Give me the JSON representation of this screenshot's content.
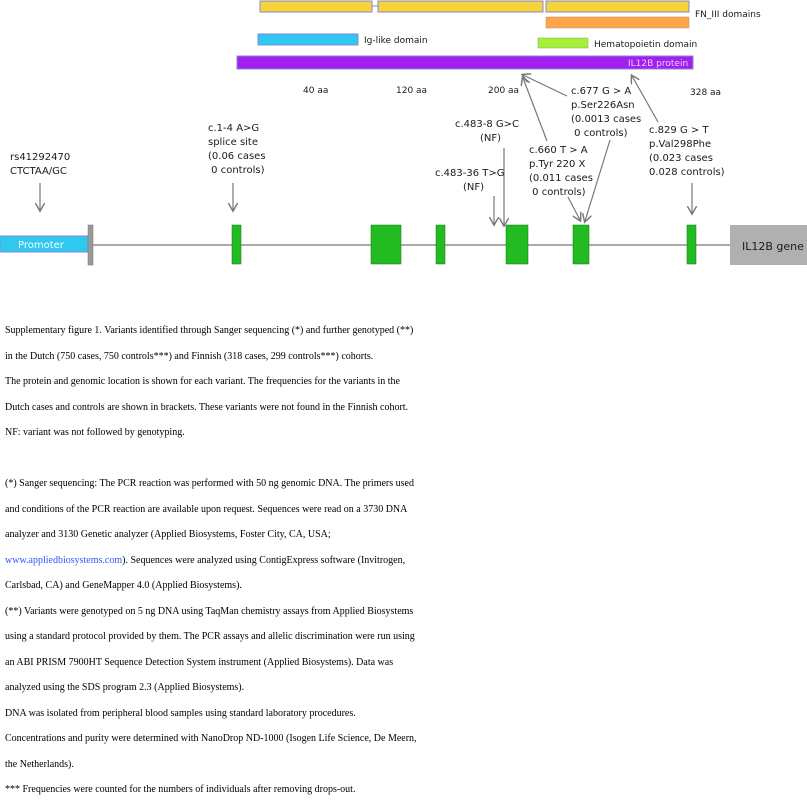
{
  "protein": {
    "fn3_label": "FN_III domains",
    "ig_label": "Ig-like domain",
    "hema_label": "Hematopoietin domain",
    "protein_label": "IL12B protein",
    "positions": [
      "40 aa",
      "120 aa",
      "200 aa",
      "328 aa"
    ],
    "colors": {
      "fn3": "#f5d33b",
      "fn3_alt": "#ffa64d",
      "ig": "#2ec8f0",
      "hema": "#a6f03a",
      "protein": "#a020f0"
    }
  },
  "variants": {
    "rs": [
      "rs41292470",
      "CTCTAA/GC"
    ],
    "c1_4": [
      "c.1-4 A>G",
      "splice site",
      "(0.06 cases",
      " 0 controls)"
    ],
    "c483_8": [
      "c.483-8 G>C",
      "(NF)"
    ],
    "c483_36": [
      "c.483-36 T>G",
      "(NF)"
    ],
    "c660": [
      "c.660 T > A",
      "p.Tyr 220 X",
      "(0.011 cases",
      " 0 controls)"
    ],
    "c677": [
      "c.677  G > A",
      "p.Ser226Asn",
      "(0.0013 cases",
      " 0 controls)"
    ],
    "c829": [
      "c.829  G > T",
      "p.Val298Phe",
      "(0.023 cases",
      "0.028 controls)"
    ]
  },
  "gene": {
    "promoter_label": "Promoter",
    "gene_label": "IL12B gene",
    "colors": {
      "promoter": "#2ec8f0",
      "exon": "#22bb22",
      "gene_box": "#b0b0b0"
    }
  },
  "caption": {
    "lines": [
      "Supplementary figure 1. Variants identified through Sanger sequencing (*) and further genotyped (**)",
      "in the Dutch (750 cases, 750 controls***) and Finnish (318 cases, 299 controls***) cohorts.",
      "The protein and genomic location is shown for each variant. The frequencies for the variants in the",
      "Dutch cases and controls are shown in brackets. These variants were not found in the Finnish cohort.",
      "NF: variant was not followed by genotyping."
    ],
    "methods": [
      "(*) Sanger sequencing: The PCR reaction was performed with 50 ng genomic DNA. The primers used",
      "and conditions of the PCR reaction are available upon request. Sequences were read on a 3730 DNA",
      "analyzer and 3130 Genetic analyzer (Applied Biosystems, Foster City, CA, USA;"
    ],
    "link": "www.appliedbiosystems.com",
    "link_tail": "). Sequences were analyzed using ContigExpress software (Invitrogen,",
    "methods2": [
      "Carlsbad, CA) and GeneMapper 4.0 (Applied Biosystems).",
      "(**) Variants were genotyped on 5 ng DNA using TaqMan chemistry assays from Applied Biosystems",
      "using a standard protocol provided by them. The PCR assays and allelic discrimination were run using",
      "an ABI PRISM 7900HT Sequence Detection System instrument (Applied Biosystems). Data was",
      "analyzed using the SDS program 2.3 (Applied Biosystems).",
      "DNA was isolated from peripheral blood samples using standard laboratory procedures.",
      "Concentrations and purity were determined with NanoDrop ND-1000 (Isogen Life Science, De Meern,",
      "the Netherlands).",
      "*** Frequencies were counted for the numbers of individuals after removing drops-out."
    ]
  }
}
